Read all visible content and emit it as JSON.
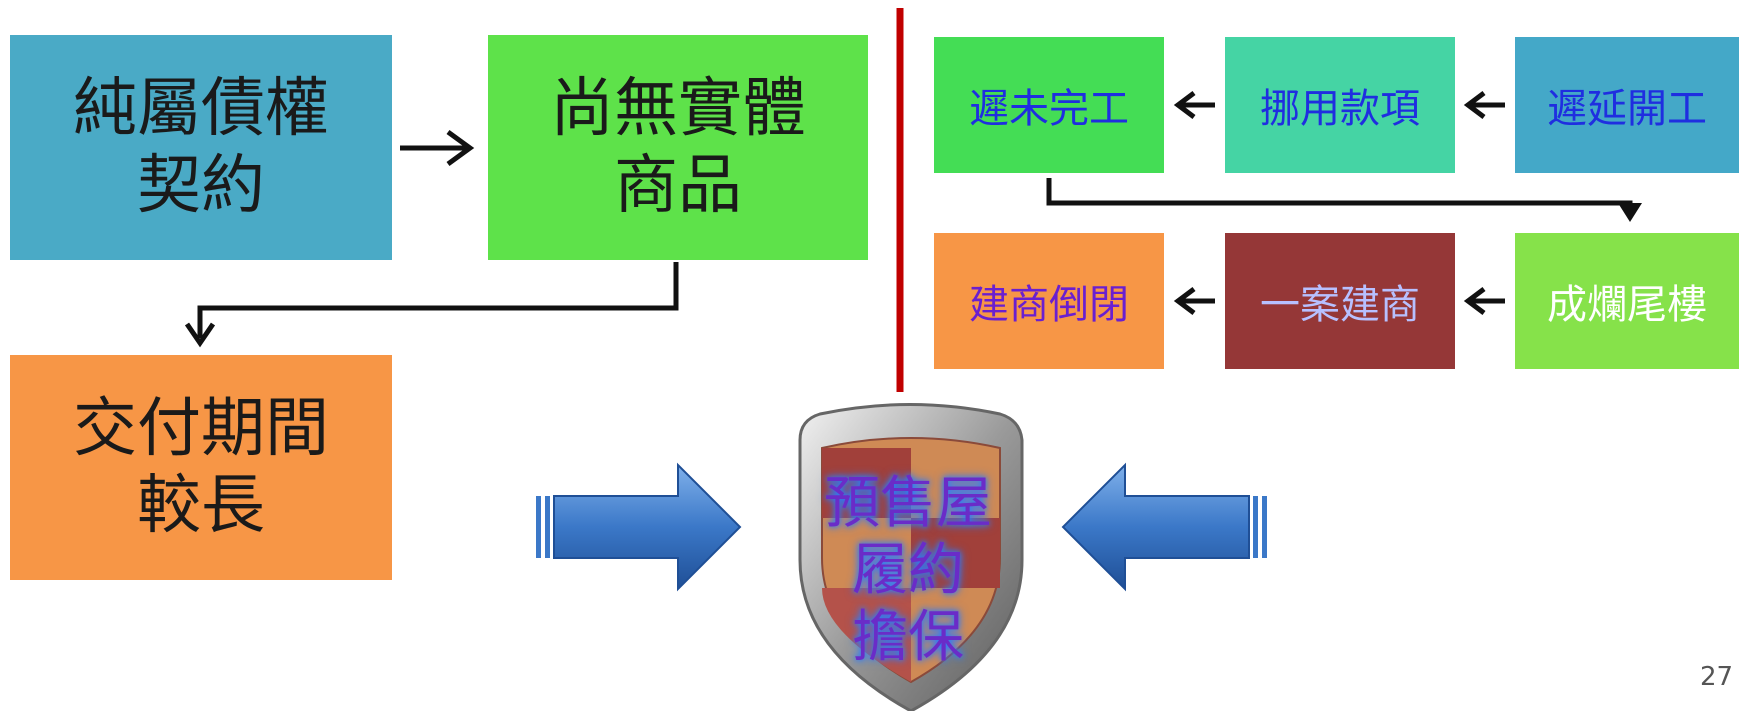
{
  "left_flow": {
    "box1": "純屬債權\n契約",
    "box2": "尚無實體\n商品",
    "box3": "交付期間\n較長"
  },
  "right_flow": {
    "row1": [
      "遲未完工",
      "挪用款項",
      "遲延開工"
    ],
    "row2": [
      "建商倒閉",
      "一案建商",
      "成爛尾樓"
    ]
  },
  "shield": {
    "text": "預售屋\n履約\n擔保"
  },
  "page_number": "27",
  "colors": {
    "blue": "#4aaac6",
    "green": "#5ee24a",
    "orange": "#f79646",
    "green2": "#44dd55",
    "teal": "#45d4a4",
    "blue2": "#44a8c8",
    "darkred": "#953737",
    "lime": "#86e24a",
    "divider": "#c00000"
  }
}
